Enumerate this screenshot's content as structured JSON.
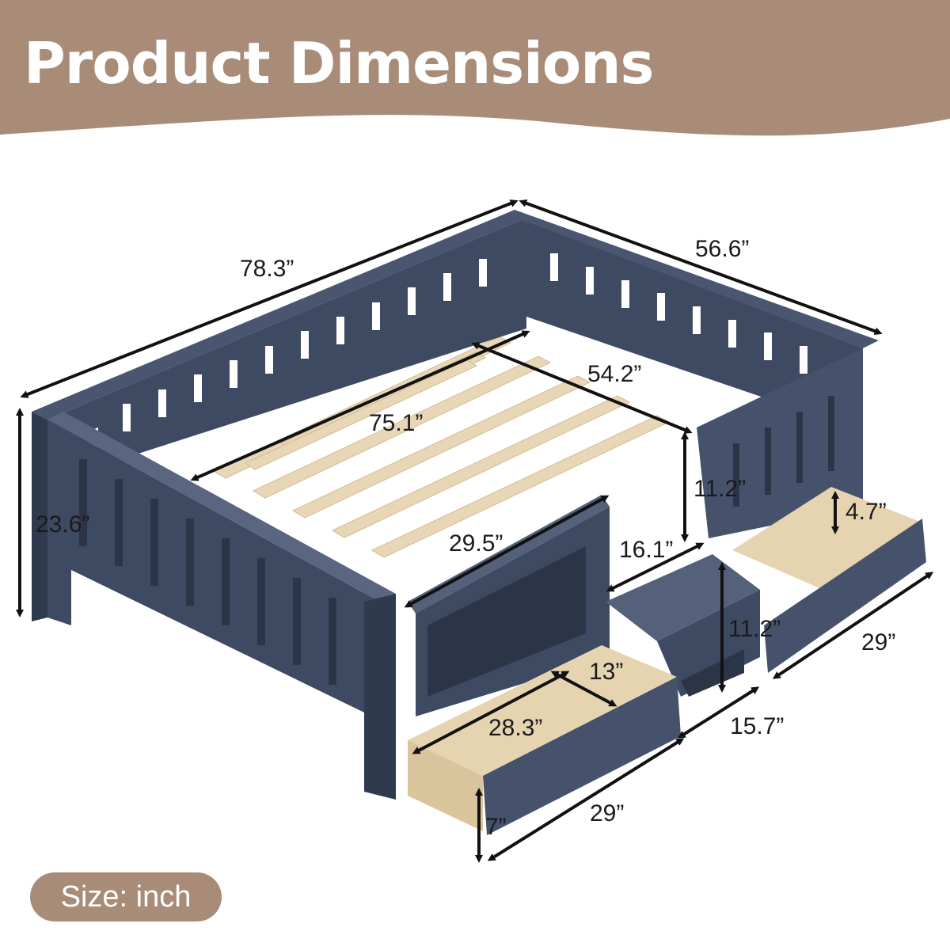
{
  "header": {
    "title": "Product Dimensions",
    "banner_color": "#a88c78"
  },
  "dimensions": {
    "overall_length": "78.3”",
    "overall_width": "56.6”",
    "inner_width": "54.2”",
    "inner_length": "75.1”",
    "overall_height": "23.6”",
    "guardrail_height": "11.2”",
    "shelf_length": "29.5”",
    "nightstand_depth": "16.1”",
    "drawer_height_right": "4.7”",
    "nightstand_height": "11.2”",
    "drawer_length_right": "29”",
    "drawer_inner_depth": "13”",
    "drawer_inner_length": "28.3”",
    "nightstand_width": "15.7”",
    "drawer_length_front": "29”",
    "drawer_height_front": "7”"
  },
  "footer": {
    "size_label": "Size: inch"
  },
  "colors": {
    "frame": "#3e4a62",
    "frame_dark": "#2c3547",
    "wood": "#e6d4b1",
    "arrow": "#111111"
  }
}
